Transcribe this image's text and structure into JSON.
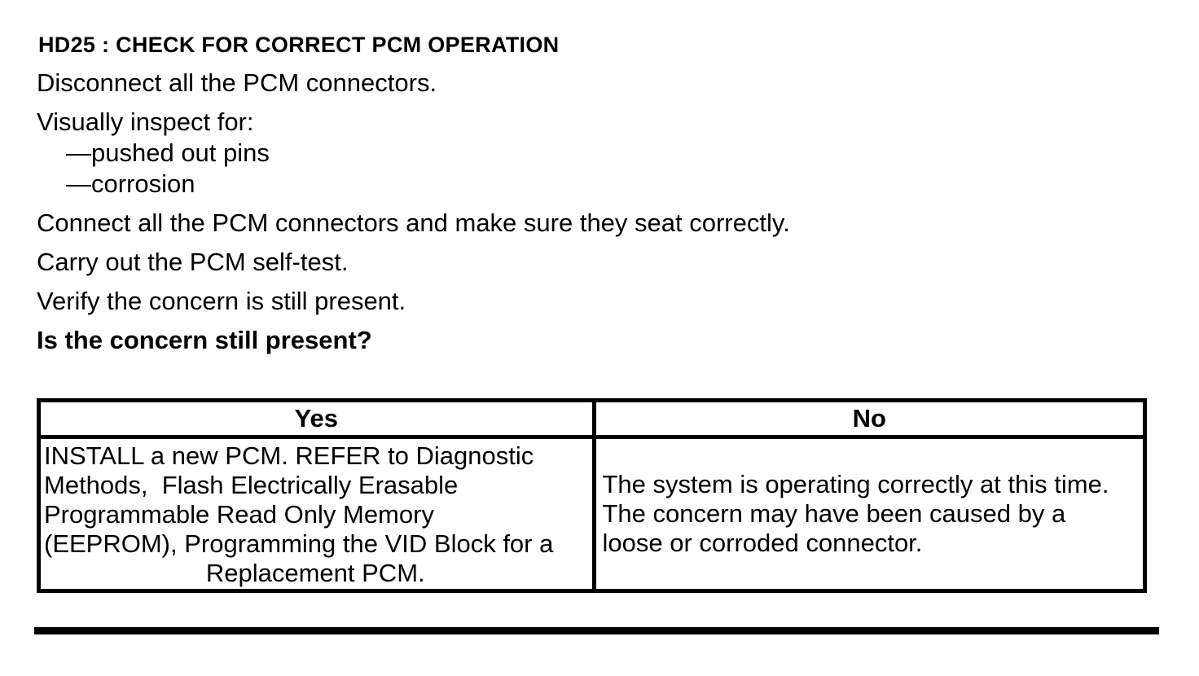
{
  "title": "HD25 : CHECK FOR CORRECT PCM OPERATION",
  "steps": [
    {
      "text": "Disconnect all the PCM connectors."
    },
    {
      "text": "Visually inspect for:",
      "sub_items": [
        "—pushed out pins",
        "—corrosion"
      ]
    },
    {
      "text": "Connect all the PCM connectors and make sure they seat correctly."
    },
    {
      "text": "Carry out the PCM self-test."
    },
    {
      "text": "Verify the concern is still present."
    }
  ],
  "question": "Is the concern still present?",
  "results_table": {
    "headers": {
      "yes": "Yes",
      "no": "No"
    },
    "yes_lines": [
      "INSTALL a new PCM. REFER to Diagnostic",
      "Methods,  Flash Electrically Erasable",
      "Programmable Read Only Memory",
      "(EEPROM), Programming the VID Block for a",
      "Replacement PCM."
    ],
    "no_lines": [
      "The system is operating correctly at this time.",
      "The concern may have been caused by a",
      "loose or corroded connector."
    ]
  },
  "colors": {
    "ink": "#000000",
    "paper": "#ffffff"
  }
}
